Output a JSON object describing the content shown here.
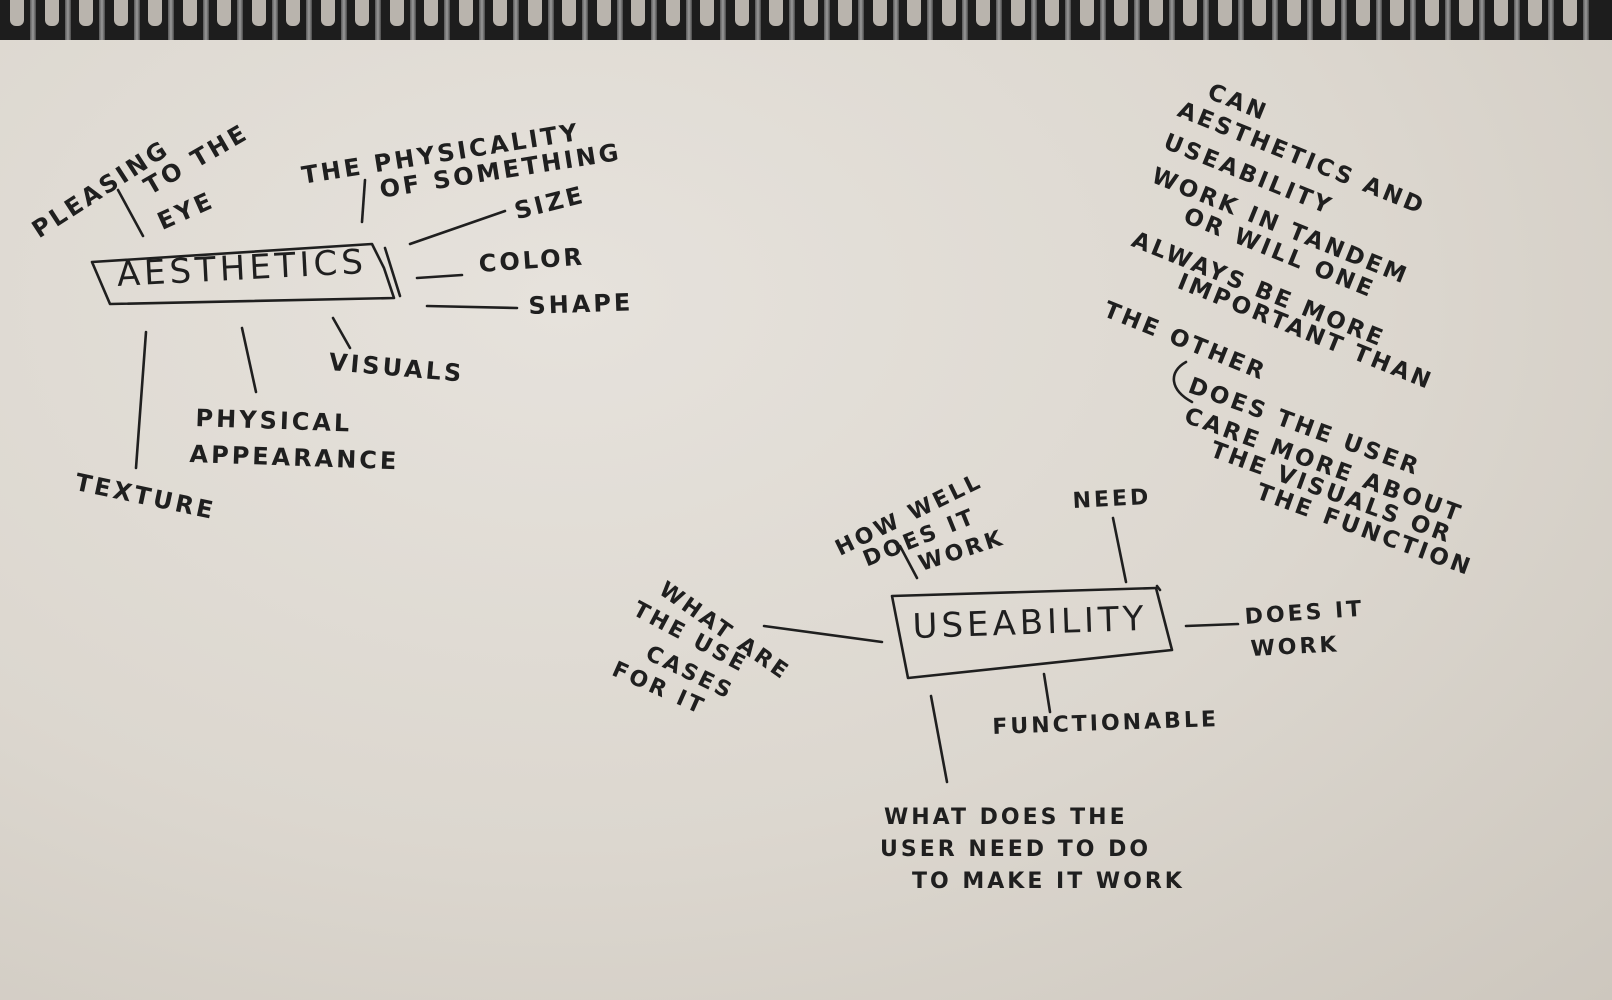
{
  "aesthetics": {
    "title": "AESTHETICS",
    "branches": {
      "pleasing": "PLEASING",
      "to_the": "TO THE",
      "eye": "EYE",
      "physicality_1": "THE PHYSICALITY",
      "physicality_2": "OF SOMETHING",
      "size": "SIZE",
      "color": "COLOR",
      "shape": "SHAPE",
      "visuals": "VISUALS",
      "physical_appearance_1": "PHYSICAL",
      "physical_appearance_2": "APPEARANCE",
      "texture": "TEXTURE"
    }
  },
  "usability": {
    "title": "USEABILITY",
    "branches": {
      "how_well_1": "HOW WELL",
      "how_well_2": "DOES IT",
      "how_well_3": "WORK",
      "need": "NEED",
      "use_cases_1": "WHAT ARE",
      "use_cases_2": "THE USE",
      "use_cases_3": "CASES",
      "use_cases_4": "FOR IT",
      "does_it_work_1": "DOES IT",
      "does_it_work_2": "WORK",
      "functionable": "FUNCTIONABLE",
      "user_need_1": "WHAT DOES THE",
      "user_need_2": "USER NEED TO DO",
      "user_need_3": "TO MAKE IT WORK"
    }
  },
  "question_note": {
    "lines": [
      "CAN",
      "AESTHETICS AND",
      "USEABILITY",
      "WORK IN TANDEM",
      "OR WILL ONE",
      "ALWAYS BE MORE",
      "IMPORTANT THAN",
      "THE OTHER"
    ],
    "sub_lines": [
      "DOES THE USER",
      "CARE MORE ABOUT",
      "THE VISUALS OR",
      "THE FUNCTION"
    ]
  },
  "colors": {
    "ink": "#1f1f1f",
    "paper": "#e3dfd8",
    "spiral": "#1d1d1d"
  }
}
